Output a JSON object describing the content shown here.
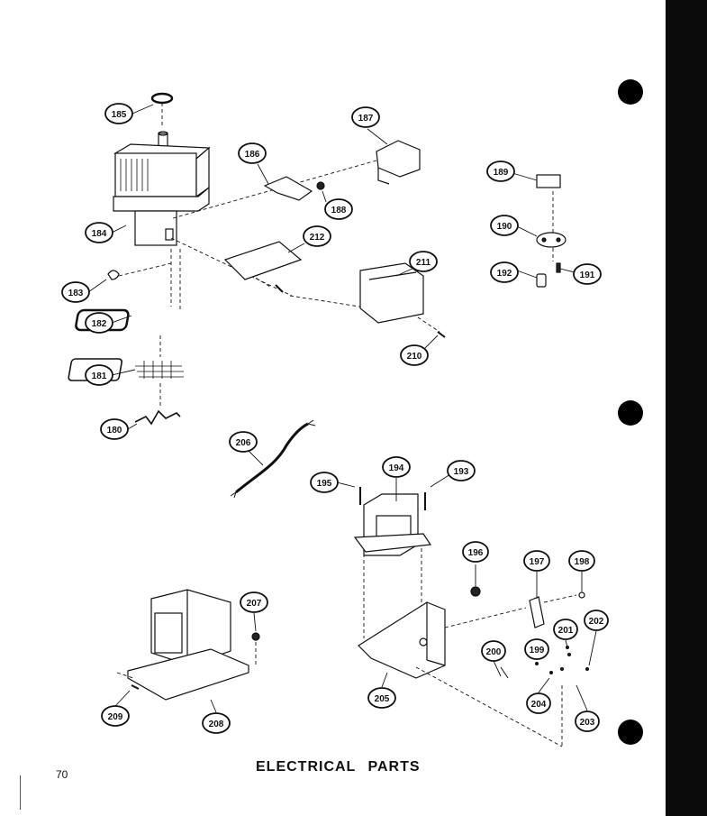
{
  "page": {
    "title": "ELECTRICAL PARTS",
    "page_number": "70"
  },
  "callouts": [
    {
      "id": "c185",
      "label": "185"
    },
    {
      "id": "c184",
      "label": "184"
    },
    {
      "id": "c183",
      "label": "183"
    },
    {
      "id": "c182",
      "label": "182"
    },
    {
      "id": "c181",
      "label": "181"
    },
    {
      "id": "c180",
      "label": "180"
    },
    {
      "id": "c186",
      "label": "186"
    },
    {
      "id": "c187",
      "label": "187"
    },
    {
      "id": "c188",
      "label": "188"
    },
    {
      "id": "c212",
      "label": "212"
    },
    {
      "id": "c211",
      "label": "211"
    },
    {
      "id": "c210",
      "label": "210"
    },
    {
      "id": "c189",
      "label": "189"
    },
    {
      "id": "c190",
      "label": "190"
    },
    {
      "id": "c192",
      "label": "192"
    },
    {
      "id": "c191",
      "label": "191"
    },
    {
      "id": "c206",
      "label": "206"
    },
    {
      "id": "c195",
      "label": "195"
    },
    {
      "id": "c194",
      "label": "194"
    },
    {
      "id": "c193",
      "label": "193"
    },
    {
      "id": "c196",
      "label": "196"
    },
    {
      "id": "c197",
      "label": "197"
    },
    {
      "id": "c198",
      "label": "198"
    },
    {
      "id": "c201",
      "label": "201"
    },
    {
      "id": "c202",
      "label": "202"
    },
    {
      "id": "c200",
      "label": "200"
    },
    {
      "id": "c199",
      "label": "199"
    },
    {
      "id": "c204",
      "label": "204"
    },
    {
      "id": "c203",
      "label": "203"
    },
    {
      "id": "c205",
      "label": "205"
    },
    {
      "id": "c207",
      "label": "207"
    },
    {
      "id": "c209",
      "label": "209"
    },
    {
      "id": "c208",
      "label": "208"
    }
  ]
}
